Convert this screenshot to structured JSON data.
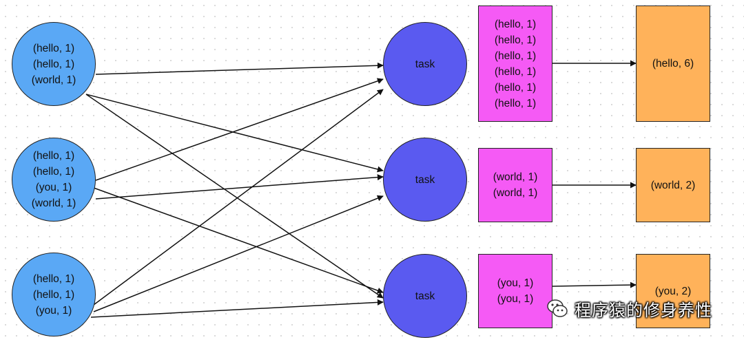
{
  "sources": [
    {
      "lines": [
        "(hello, 1)",
        "(hello, 1)",
        "(world, 1)"
      ]
    },
    {
      "lines": [
        "(hello, 1)",
        "(hello, 1)",
        "(you, 1)",
        "(world, 1)"
      ]
    },
    {
      "lines": [
        "(hello, 1)",
        "(hello, 1)",
        "(you, 1)"
      ]
    }
  ],
  "tasks": [
    {
      "label": "task"
    },
    {
      "label": "task"
    },
    {
      "label": "task"
    }
  ],
  "groups": [
    {
      "lines": [
        "(hello, 1)",
        "(hello, 1)",
        "(hello, 1)",
        "(hello, 1)",
        "(hello, 1)",
        "(hello, 1)"
      ]
    },
    {
      "lines": [
        "(world, 1)",
        "(world, 1)"
      ]
    },
    {
      "lines": [
        "(you, 1)",
        "(you, 1)"
      ]
    }
  ],
  "results": [
    {
      "label": "(hello, 6)"
    },
    {
      "label": "(world, 2)"
    },
    {
      "label": "(you, 2)"
    }
  ],
  "watermark": {
    "text": "程序猿的修身养性",
    "icon": "wechat-icon"
  },
  "colors": {
    "source": "#5aa8f5",
    "task": "#5a5af0",
    "group": "#f55af5",
    "result": "#ffb25a"
  }
}
